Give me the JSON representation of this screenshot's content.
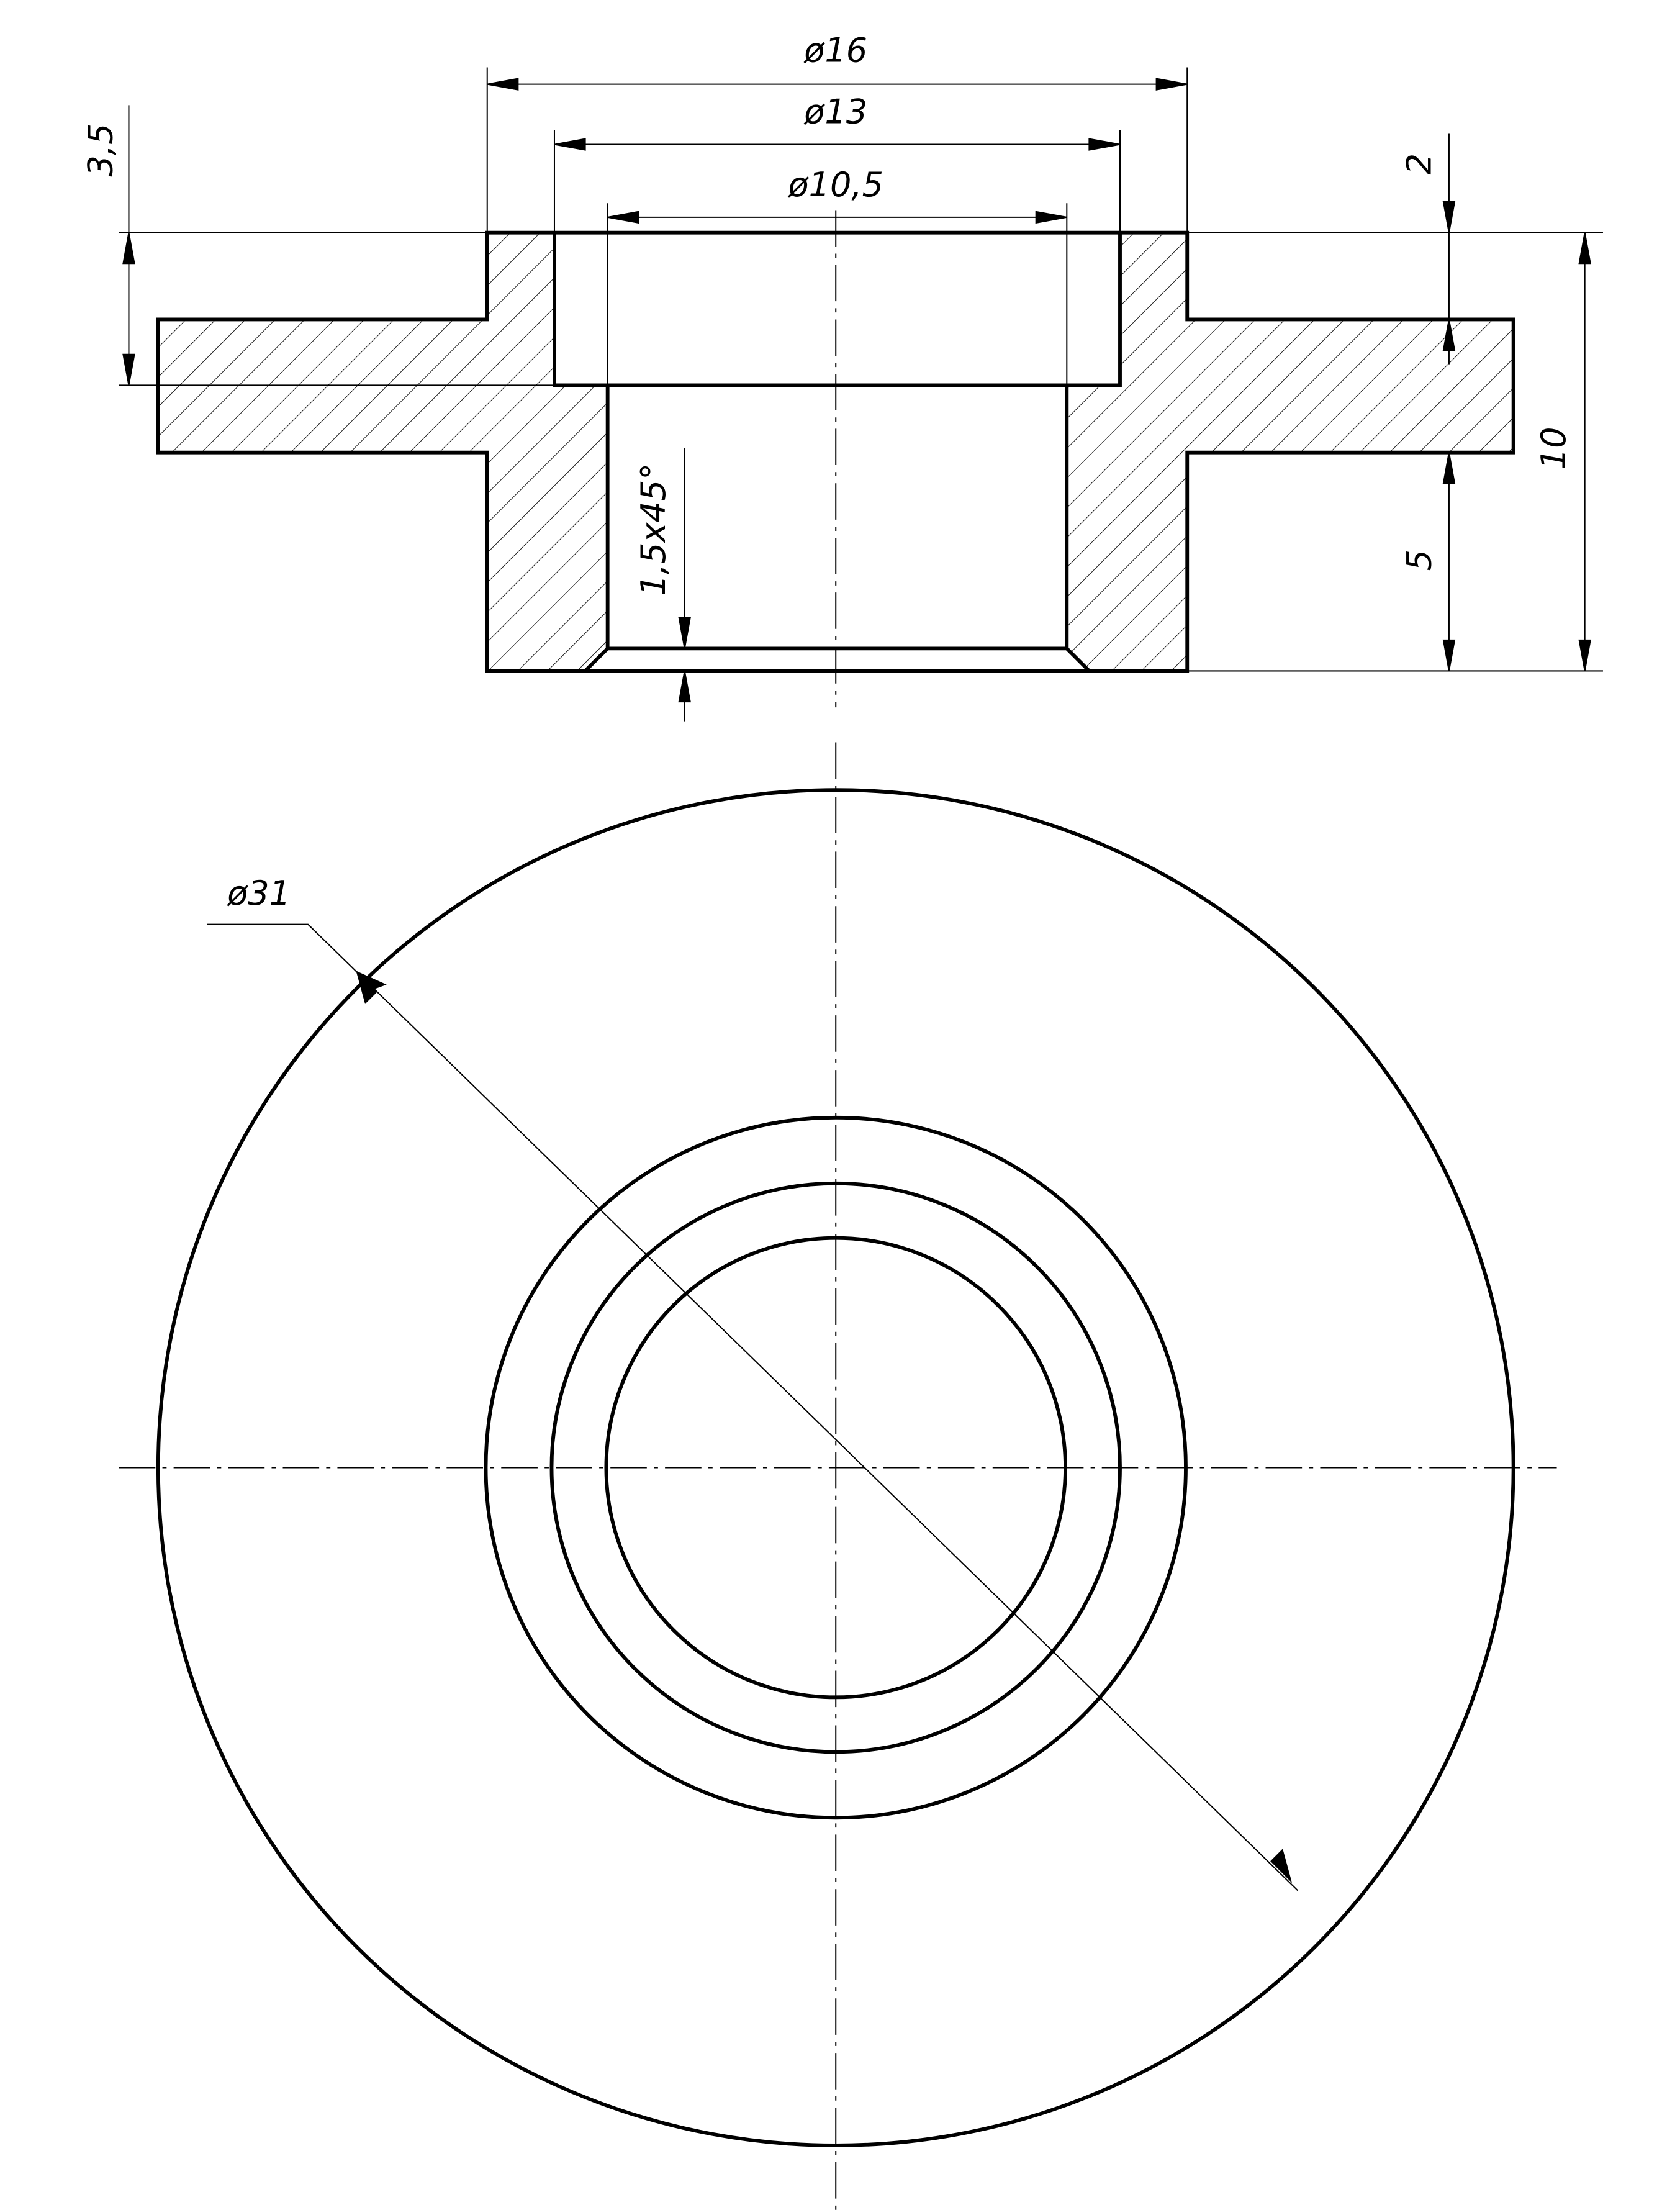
{
  "drawing": {
    "section_dimensions": {
      "d16": "ø16",
      "d13": "ø13",
      "d10_5": "ø10,5",
      "h3_5": "3,5",
      "h2": "2",
      "h5": "5",
      "h10": "10",
      "chamfer": "1,5x45°"
    },
    "plan_dimensions": {
      "d31": "ø31"
    }
  }
}
